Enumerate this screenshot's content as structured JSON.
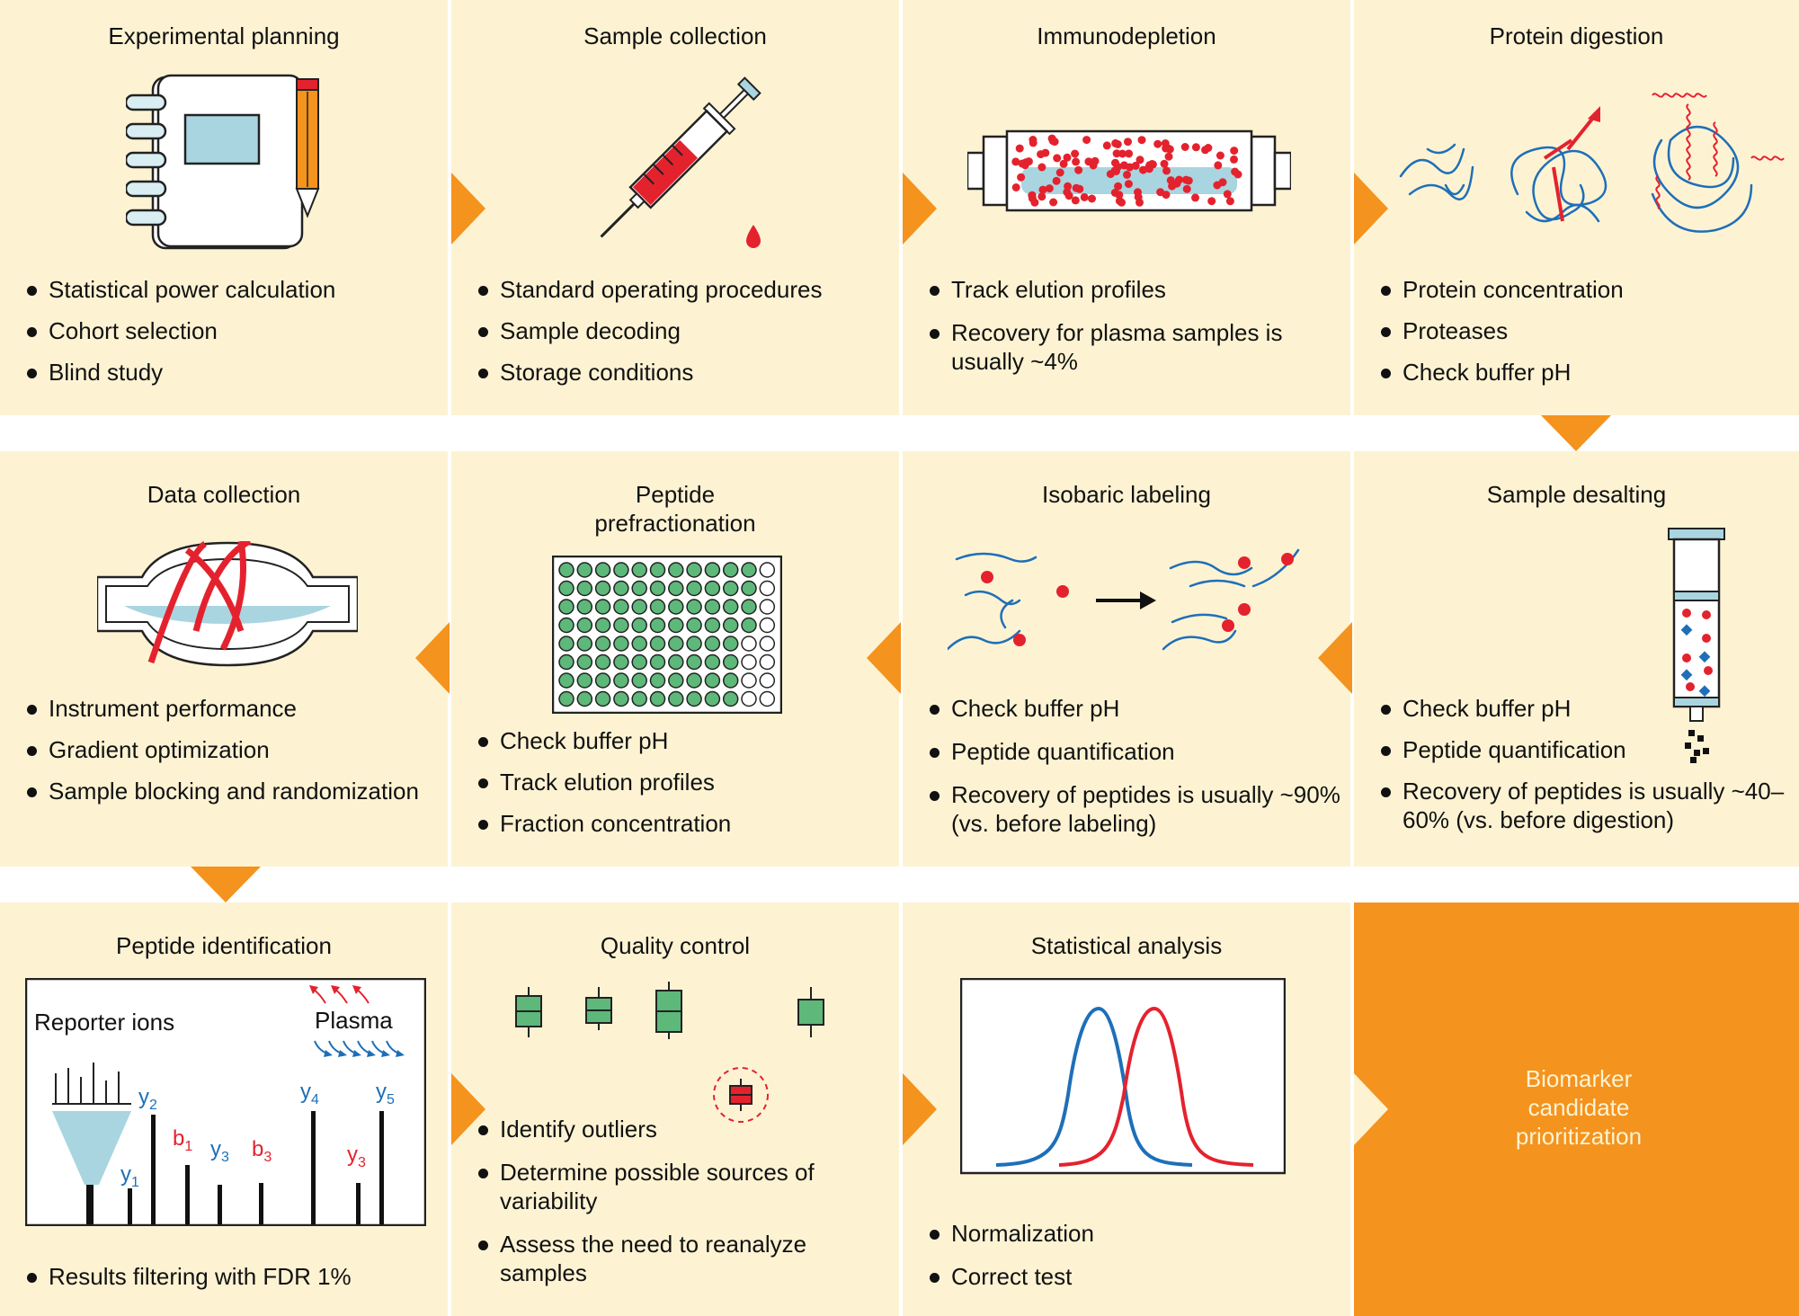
{
  "colors": {
    "panel_bg": "#fdf3d3",
    "arrow": "#f4931e",
    "final_bg": "#f4931e",
    "red": "#e4222e",
    "blue": "#1e6fb8",
    "green": "#5db87a",
    "light_blue": "#a9d5e0"
  },
  "panels": {
    "experimental_planning": {
      "title": "Experimental planning",
      "bullets": [
        "Statistical power calculation",
        "Cohort selection",
        "Blind study"
      ]
    },
    "sample_collection": {
      "title": "Sample collection",
      "bullets": [
        "Standard operating procedures",
        "Sample decoding",
        "Storage conditions"
      ]
    },
    "immunodepletion": {
      "title": "Immunodepletion",
      "bullets": [
        "Track elution profiles",
        "Recovery for plasma samples is usually ~4%"
      ]
    },
    "protein_digestion": {
      "title": "Protein digestion",
      "bullets": [
        "Protein concentration",
        "Proteases",
        "Check buffer pH"
      ]
    },
    "data_collection": {
      "title": "Data collection",
      "bullets": [
        "Instrument performance",
        "Gradient optimization",
        "Sample blocking and randomization"
      ]
    },
    "peptide_prefractionation": {
      "title": "Peptide prefractionation",
      "bullets": [
        "Check buffer pH",
        "Track elution profiles",
        "Fraction concentration"
      ]
    },
    "isobaric_labeling": {
      "title": "Isobaric labeling",
      "bullets": [
        "Check buffer pH",
        "Peptide quantification",
        "Recovery of peptides is usually ~90% (vs. before labeling)"
      ]
    },
    "sample_desalting": {
      "title": "Sample desalting",
      "bullets": [
        "Check buffer pH",
        "Peptide quantification",
        "Recovery of peptides is usually ~40–60% (vs. before digestion)"
      ]
    },
    "peptide_identification": {
      "title": "Peptide identification",
      "bullets": [
        "Results filtering with FDR 1%"
      ],
      "spectrum": {
        "reporter_label": "Reporter ions",
        "plasma_label": "Plasma",
        "ion_y": "y",
        "ion_b": "b",
        "sub_1": "1",
        "sub_2": "2",
        "sub_3": "3",
        "sub_4": "4",
        "sub_5": "5"
      }
    },
    "quality_control": {
      "title": "Quality control",
      "bullets": [
        "Identify outliers",
        "Determine possible sources of variability",
        "Assess the need to reanalyze samples"
      ]
    },
    "statistical_analysis": {
      "title": "Statistical analysis",
      "bullets": [
        "Normalization",
        "Correct test"
      ]
    },
    "biomarker": {
      "label": "Biomarker candidate prioritization"
    }
  }
}
